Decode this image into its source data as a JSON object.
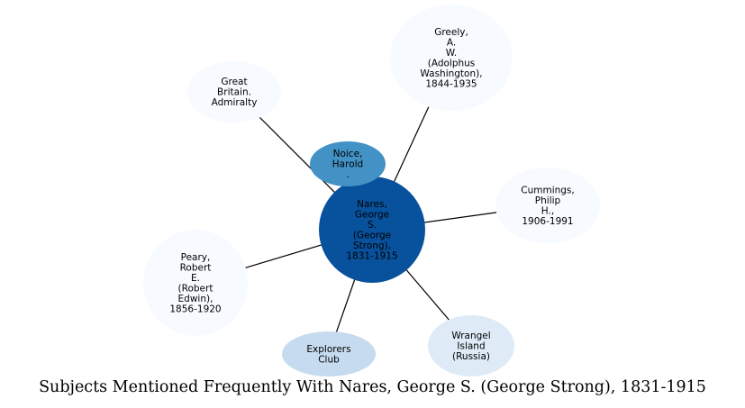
{
  "caption": "Subjects Mentioned Frequently With Nares, George S. (George Strong), 1831-1915",
  "center": {
    "id": "nares",
    "lines": [
      "Nares,",
      "George",
      "S.",
      "(George",
      "Strong),",
      "1831-1915"
    ],
    "fill": "#08519c",
    "text_color": "#000000"
  },
  "nodes": [
    {
      "id": "great-britain-admiralty",
      "lines": [
        "Great",
        "Britain.",
        "Admiralty"
      ],
      "fill": "#f7fbff"
    },
    {
      "id": "greely",
      "lines": [
        "Greely,",
        "A.",
        "W.",
        "(Adolphus",
        "Washington),",
        "1844-1935"
      ],
      "fill": "#f7fbff"
    },
    {
      "id": "noice-harold",
      "lines": [
        "Noice,",
        "Harold",
        "."
      ],
      "fill": "#4292c6"
    },
    {
      "id": "cummings",
      "lines": [
        "Cummings,",
        "Philip",
        "H.,",
        "1906-1991"
      ],
      "fill": "#f7fbff"
    },
    {
      "id": "peary",
      "lines": [
        "Peary,",
        "Robert",
        "E.",
        "(Robert",
        "Edwin),",
        "1856-1920"
      ],
      "fill": "#f7fbff"
    },
    {
      "id": "explorers-club",
      "lines": [
        "Explorers",
        "Club"
      ],
      "fill": "#c6dbef"
    },
    {
      "id": "wrangel-island",
      "lines": [
        "Wrangel",
        "Island",
        "(Russia)"
      ],
      "fill": "#deebf7"
    }
  ],
  "edges": [
    [
      "nares",
      "great-britain-admiralty"
    ],
    [
      "nares",
      "greely"
    ],
    [
      "nares",
      "cummings"
    ],
    [
      "nares",
      "peary"
    ],
    [
      "nares",
      "explorers-club"
    ],
    [
      "nares",
      "wrangel-island"
    ]
  ]
}
